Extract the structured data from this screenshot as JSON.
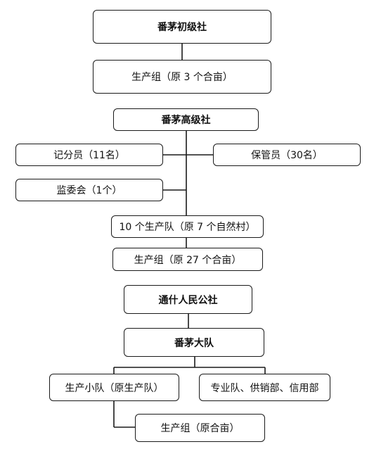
{
  "sections": [
    {
      "name": "初级社",
      "nodes": [
        {
          "id": "chuji",
          "label": "番茅初级社"
        },
        {
          "id": "zu1",
          "label": "生产组（原 3 个合亩）"
        }
      ]
    },
    {
      "name": "高级社",
      "nodes": [
        {
          "id": "gaoji",
          "label": "番茅高级社"
        },
        {
          "id": "jifen",
          "label": "记分员（11名）"
        },
        {
          "id": "baoguan",
          "label": "保管员（30名）"
        },
        {
          "id": "jianwei",
          "label": "监委会（1个）"
        },
        {
          "id": "dui",
          "label": "10 个生产队（原  7 个自然村）"
        },
        {
          "id": "zu2",
          "label": "生产组（原  27 个合亩）"
        }
      ]
    },
    {
      "name": "人民公社",
      "nodes": [
        {
          "id": "gongshe",
          "label": "通什人民公社"
        },
        {
          "id": "dadui",
          "label": "番茅大队"
        },
        {
          "id": "xiaodui",
          "label": "生产小队（原生产队）"
        },
        {
          "id": "zhuanye",
          "label": "专业队、供销部、信用部"
        },
        {
          "id": "zu3",
          "label": "生产组（原合亩）"
        }
      ]
    }
  ]
}
